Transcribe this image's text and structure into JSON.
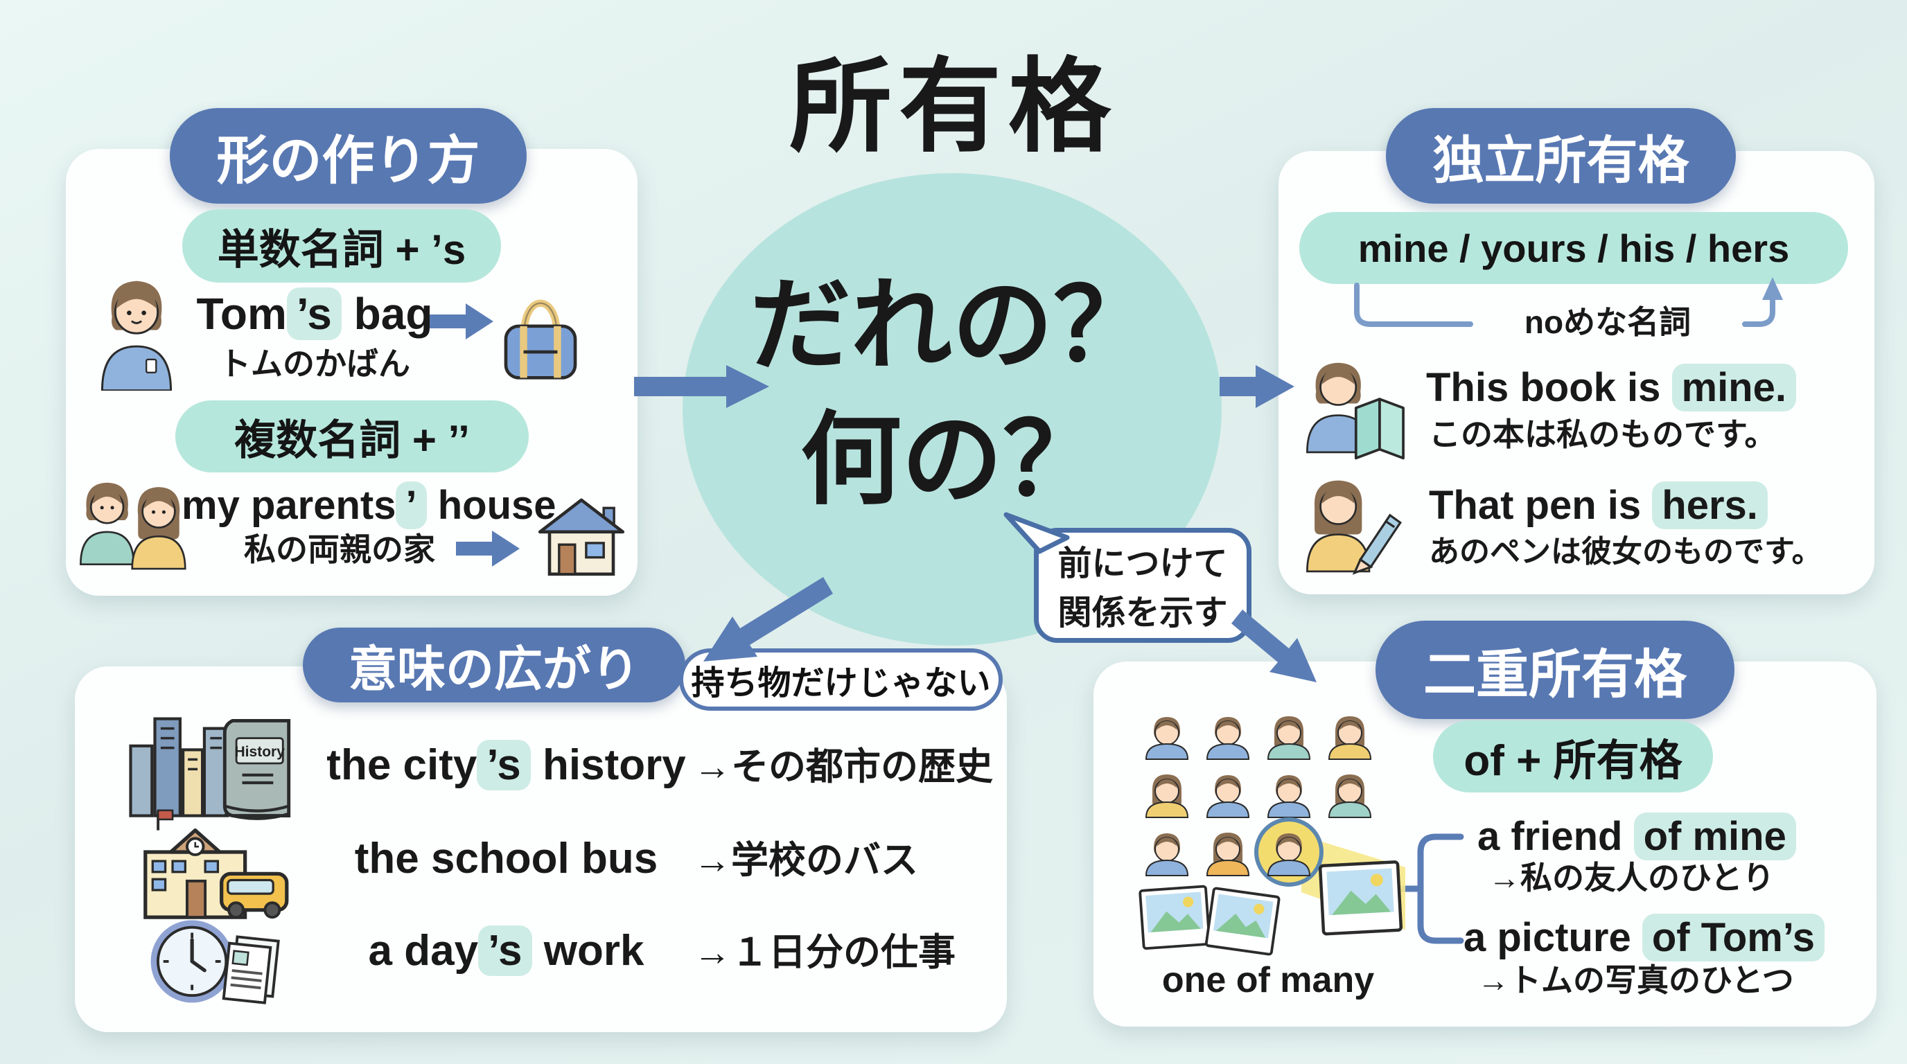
{
  "title": "所有格",
  "colors": {
    "header_blue": "#5878b2",
    "teal_pill": "#b6e7dd",
    "bubble_teal": "#b7e3de",
    "highlight": "#cdece5",
    "arrow_blue": "#5b7db6"
  },
  "center": {
    "line1": "だれの？",
    "line2": "何の？",
    "note_line1": "前につけて",
    "note_line2": "関係を示す"
  },
  "form_box": {
    "header": "形の作り方",
    "rule_singular": "単数名詞 + ’s",
    "example1": {
      "pre": "Tom",
      "hl": "’s",
      "post": " bag",
      "ja": "トムのかばん"
    },
    "rule_plural": "複数名詞 + ’’",
    "example2": {
      "pre": "my parents",
      "hl": "’",
      "post": " house",
      "ja": "私の両親の家"
    }
  },
  "independent_box": {
    "header": "独立所有格",
    "pronouns": "mine / yours / his / hers",
    "bracket_note": "noめな名詞",
    "example1": {
      "pre": "This book is ",
      "hl": "mine.",
      "ja": "この本は私のものです。"
    },
    "example2": {
      "pre": "That pen is ",
      "hl": "hers.",
      "ja": "あのペンは彼女のものです。"
    }
  },
  "meaning_box": {
    "header": "意味の広がり",
    "subheader": "持ち物だけじゃない",
    "rows": [
      {
        "pre": "the city",
        "hl": "’s",
        "post": " history",
        "ja": "→その都市の歴史",
        "icon_label": "History"
      },
      {
        "pre": "the school bus",
        "hl": "",
        "post": "",
        "ja": "→学校のバス"
      },
      {
        "pre": "a day",
        "hl": "’s",
        "post": " work",
        "ja": "→１日分の仕事"
      }
    ]
  },
  "double_box": {
    "header": "二重所有格",
    "rule": "of + 所有格",
    "caption": "one of many",
    "example1": {
      "pre": "a friend ",
      "hl": "of mine",
      "ja": "→私の友人のひとり"
    },
    "example2": {
      "pre": "a picture ",
      "hl": "of Tom’s",
      "ja": "→トムの写真のひとつ"
    }
  }
}
